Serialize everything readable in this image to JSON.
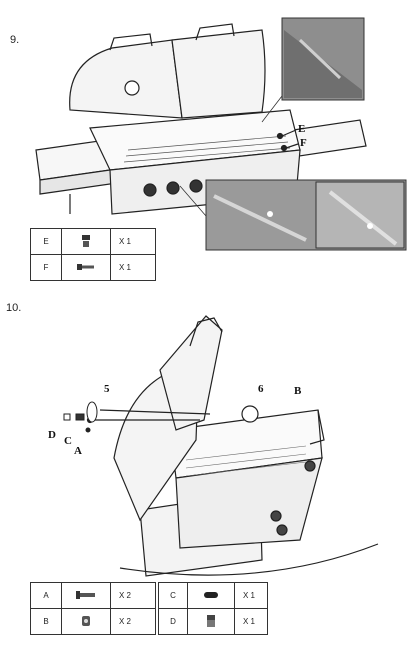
{
  "steps": [
    {
      "number": "9.",
      "callouts": [
        "E",
        "F"
      ],
      "parts": [
        {
          "letter": "E",
          "icon": "nut-icon",
          "qty": "X 1"
        },
        {
          "letter": "F",
          "icon": "bolt-icon",
          "qty": "X 1"
        }
      ]
    },
    {
      "number": "10.",
      "callouts": [
        "5",
        "6",
        "B",
        "D",
        "C",
        "A"
      ],
      "parts_left": [
        {
          "letter": "A",
          "icon": "screw-icon",
          "qty": "X 2"
        },
        {
          "letter": "B",
          "icon": "cap-nut-icon",
          "qty": "X 2"
        }
      ],
      "parts_right": [
        {
          "letter": "C",
          "icon": "spring-icon",
          "qty": "X 1"
        },
        {
          "letter": "D",
          "icon": "nut-icon",
          "qty": "X 1"
        }
      ]
    }
  ]
}
